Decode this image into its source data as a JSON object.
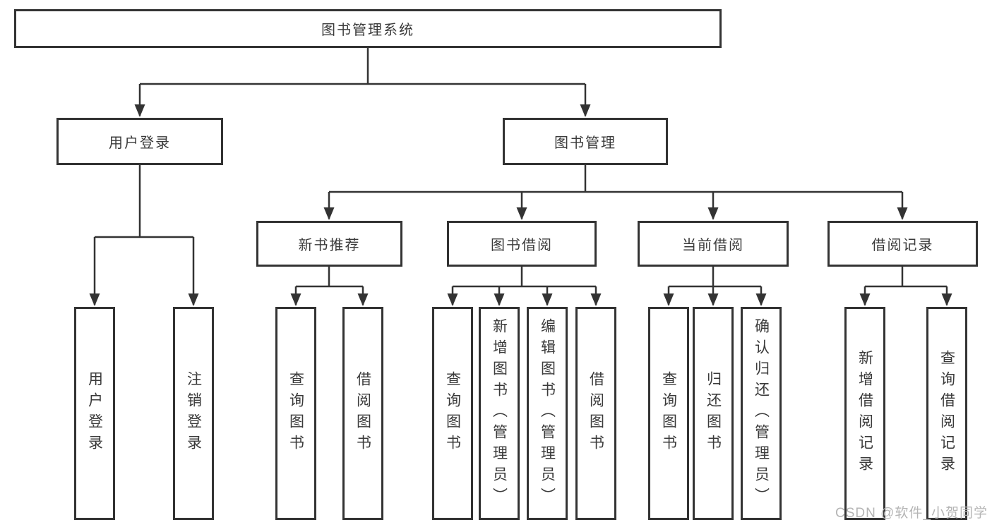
{
  "tree": {
    "root": "图书管理系统",
    "login": {
      "label": "用户登录",
      "leaves": [
        "用户登录",
        "注销登录"
      ]
    },
    "management": {
      "label": "图书管理",
      "groups": [
        {
          "label": "新书推荐",
          "leaves": [
            "查询图书",
            "借阅图书"
          ]
        },
        {
          "label": "图书借阅",
          "leaves": [
            "查询图书",
            "新增图书（管理员）",
            "编辑图书（管理员）",
            "借阅图书"
          ]
        },
        {
          "label": "当前借阅",
          "leaves": [
            "查询图书",
            "归还图书",
            "确认归还（管理员）"
          ]
        },
        {
          "label": "借阅记录",
          "leaves": [
            "新增借阅记录",
            "查询借阅记录"
          ]
        }
      ]
    }
  },
  "watermark": "CSDN @软件_小贺同学",
  "colors": {
    "line": "#333333",
    "box_border": "#333333",
    "box_fill": "#ffffff",
    "text": "#3a3a3a",
    "watermark": "#b5b5b5"
  }
}
